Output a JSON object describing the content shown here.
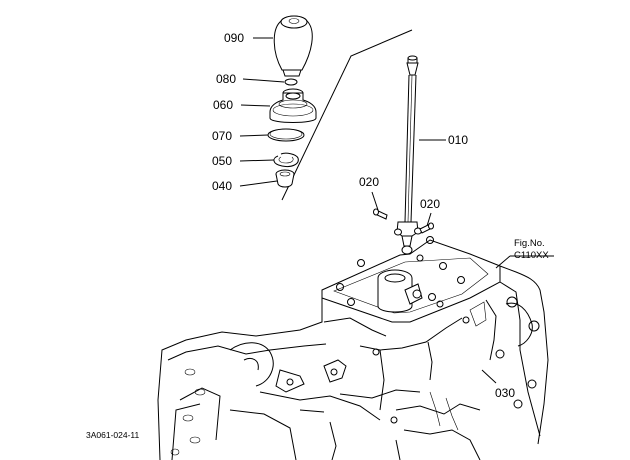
{
  "figure": {
    "labels": [
      {
        "id": "090",
        "text": "090"
      },
      {
        "id": "080",
        "text": "080"
      },
      {
        "id": "060",
        "text": "060"
      },
      {
        "id": "070",
        "text": "070"
      },
      {
        "id": "050",
        "text": "050"
      },
      {
        "id": "040",
        "text": "040"
      },
      {
        "id": "010",
        "text": "010"
      },
      {
        "id": "020a",
        "text": "020"
      },
      {
        "id": "020b",
        "text": "020"
      },
      {
        "id": "030",
        "text": "030"
      }
    ],
    "fig_ref_line1": "Fig.No.",
    "fig_ref_line2": "C110XX",
    "drawing_code": "3A061-024-11"
  },
  "colors": {
    "ink": "#000000",
    "paper": "#ffffff"
  }
}
